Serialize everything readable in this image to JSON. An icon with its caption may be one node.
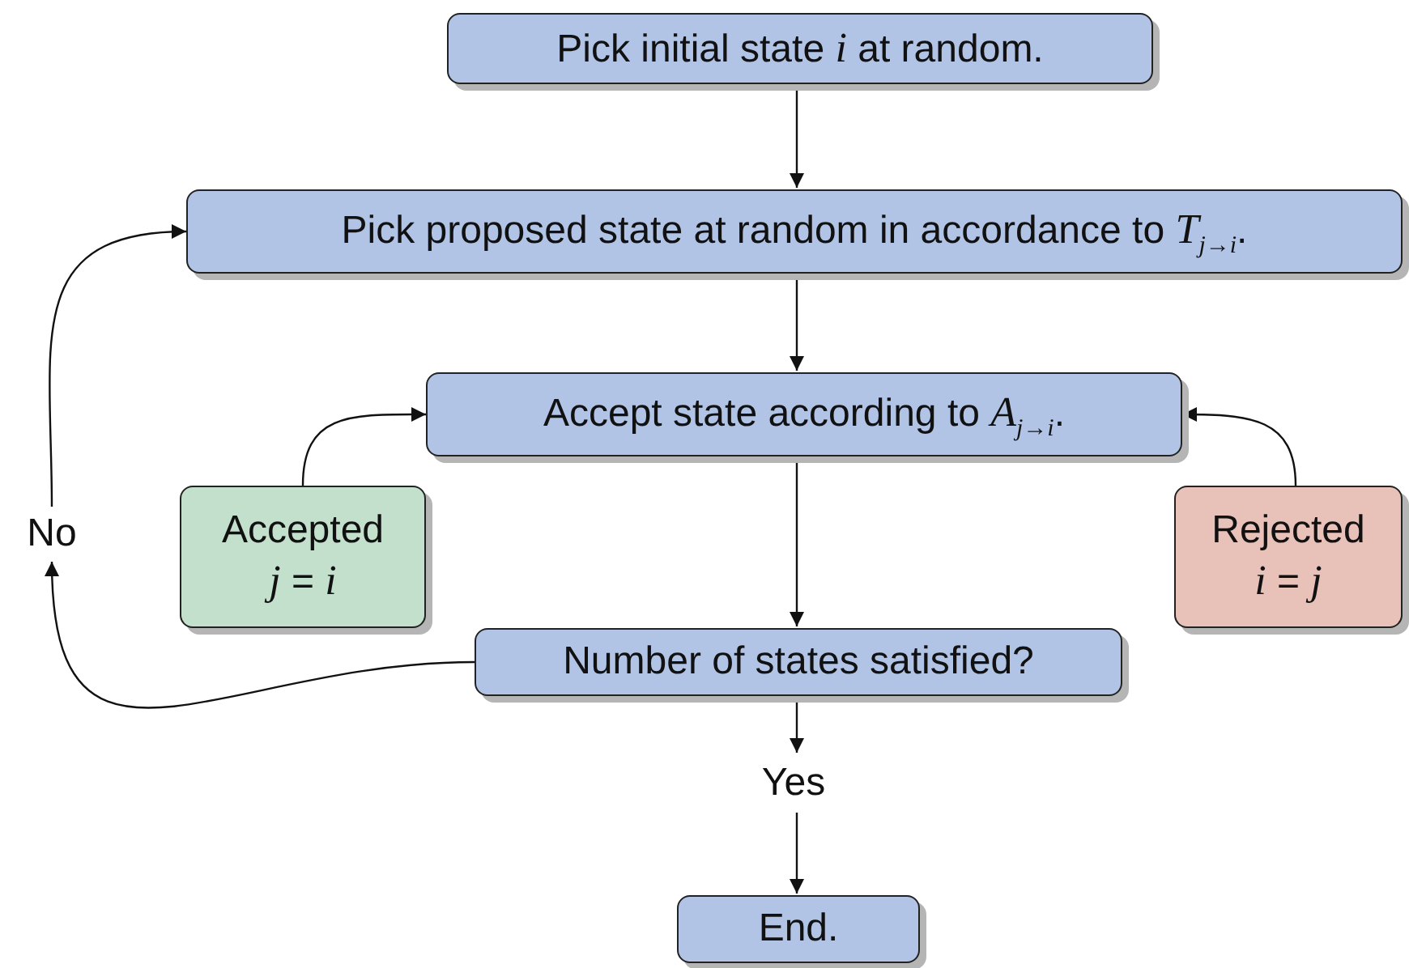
{
  "diagram": {
    "nodes": [
      {
        "text": [
          "Pick initial state *i* at random."
        ]
      },
      {
        "text": [
          "Pick proposed state at random in accordance to *T*$_{j→i}$."
        ]
      },
      {
        "text": [
          "Accept state according to *A*$_{j→i}$."
        ]
      },
      {
        "text": [
          "Accepted",
          "*j* = *i*"
        ]
      },
      {
        "text": [
          "Rejected",
          "*i* = *j*"
        ]
      },
      {
        "text": [
          "Number of states satisfied?"
        ]
      },
      {
        "text": [
          "No"
        ]
      },
      {
        "text": [
          "Yes"
        ]
      },
      {
        "text": [
          "End."
        ]
      }
    ],
    "edges": [
      {
        "from": 0,
        "to": 1,
        "arrow": "to"
      },
      {
        "from": 1,
        "to": 2,
        "arrow": "to"
      },
      {
        "from": 3,
        "to": 2,
        "arrow": "to"
      },
      {
        "from": 4,
        "to": 2,
        "arrow": "to"
      },
      {
        "from": 2,
        "to": 5,
        "arrow": "to"
      },
      {
        "from": 5,
        "to": 6,
        "arrow": "to"
      },
      {
        "from": 6,
        "to": 1,
        "arrow": "to"
      },
      {
        "from": 5,
        "to": 7,
        "arrow": "to"
      },
      {
        "from": 7,
        "to": 8,
        "arrow": "to"
      }
    ]
  }
}
